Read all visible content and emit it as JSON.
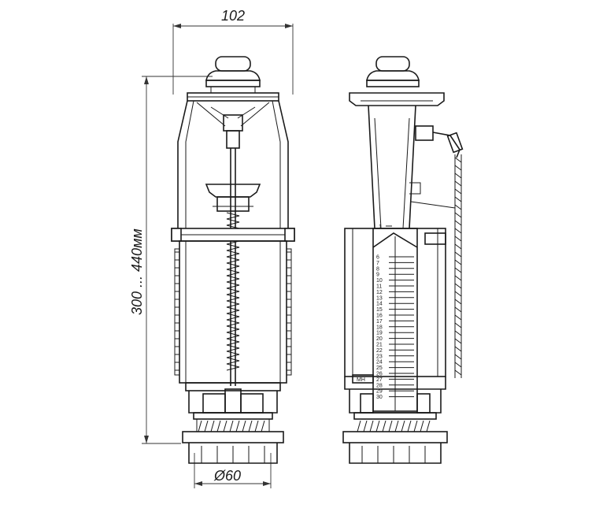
{
  "dimensions": {
    "width": "102",
    "height": "300 ... 440мм",
    "diameter": "Ø60"
  },
  "scale": {
    "top_label": "1",
    "marks": [
      "6",
      "7",
      "8",
      "9",
      "10",
      "11",
      "12",
      "13",
      "14",
      "15",
      "16",
      "17",
      "18",
      "19",
      "20",
      "21",
      "22",
      "23",
      "24",
      "25",
      "26",
      "27",
      "28",
      "29",
      "30"
    ],
    "min_label": "МН"
  },
  "colors": {
    "line": "#1a1a1a",
    "background": "#ffffff"
  }
}
